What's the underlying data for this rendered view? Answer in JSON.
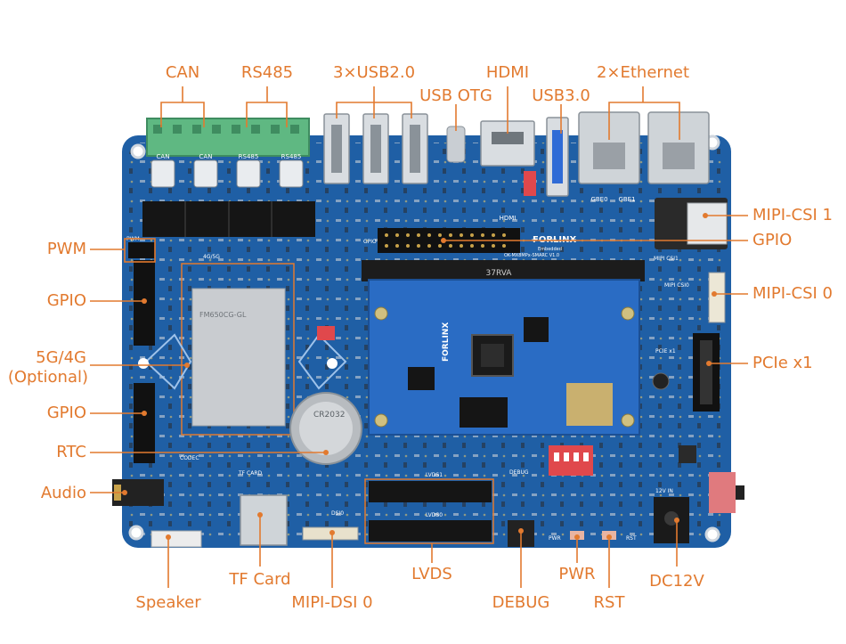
{
  "colors": {
    "accent": "#e27a2f",
    "board": "#1f5fa5",
    "board_dark": "#16467f",
    "connector_green": "#5fb882",
    "silk": "#ffffff"
  },
  "labels": {
    "can": "CAN",
    "rs485": "RS485",
    "usb20": "3×USB2.0",
    "usb_otg": "USB OTG",
    "hdmi": "HDMI",
    "usb30": "USB3.0",
    "ethernet": "2×Ethernet",
    "mipi_csi1": "MIPI-CSI 1",
    "gpio_top": "GPIO",
    "mipi_csi0": "MIPI-CSI 0",
    "pcie": "PCIe x1",
    "pwm": "PWM",
    "gpio_left1": "GPIO",
    "g5_4g": "5G/4G",
    "optional": "(Optional)",
    "gpio_left2": "GPIO",
    "rtc": "RTC",
    "audio": "Audio",
    "speaker": "Speaker",
    "tf_card": "TF Card",
    "mipi_dsi0": "MIPI-DSI 0",
    "lvds": "LVDS",
    "debug": "DEBUG",
    "pwr": "PWR",
    "rst": "RST",
    "dc12v": "DC12V"
  },
  "silkscreen": {
    "can_a": "CAN",
    "can_b": "CAN",
    "rs485_a": "RS485",
    "rs485_b": "RS485",
    "hdmi": "HDMI",
    "gbe0": "GBE0",
    "gbe1": "GBE1",
    "csi1": "MIPI CSI1",
    "csi0": "MIPI CSI0",
    "pcie": "PCIE x1",
    "pwm": "PWM",
    "g4g5": "4G/5G",
    "gpio": "GPIO",
    "brand": "FORLINX",
    "brand_sub": "Embedded",
    "model": "OK-MX8MPx-SMARC V1.0",
    "slot": "37RVA",
    "module": "FM650CG-GL",
    "coin": "CR2032",
    "codec": "CODEC",
    "tf": "TF CARD",
    "dsi0": "DSI0",
    "lvds1": "LVDS1",
    "lvds0": "LVDS0",
    "debug": "DEBUG",
    "pwr": "PWR",
    "rst": "RST",
    "v12": "12V IN"
  }
}
